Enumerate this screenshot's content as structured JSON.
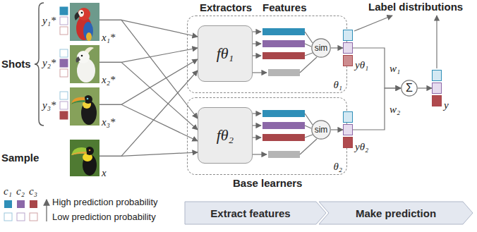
{
  "diagram": {
    "nodes": [
      {
        "text": [
          "x₁*"
        ]
      },
      {
        "text": [
          "x₂*"
        ]
      },
      {
        "text": [
          "x₃*"
        ]
      },
      {
        "text": [
          "x"
        ]
      },
      {
        "text": [
          "θ₁"
        ]
      },
      {
        "text": [
          "fθ₁"
        ],
        "in": 4
      },
      {
        "text": [
          "sim"
        ],
        "in": 4
      },
      {
        "text": [
          "θ₂"
        ]
      },
      {
        "text": [
          "fθ₂"
        ],
        "in": 7
      },
      {
        "text": [
          "sim"
        ],
        "in": 7
      },
      {
        "text": [
          "yθ₁"
        ]
      },
      {
        "text": [
          "yθ₂"
        ]
      },
      {
        "text": [
          "Σ"
        ]
      },
      {
        "text": [
          "y"
        ]
      },
      {
        "text": [
          "Extract features"
        ]
      },
      {
        "text": [
          "Make prediction"
        ]
      }
    ],
    "edges": [
      {
        "from": 0,
        "to": 5,
        "arrow": "to"
      },
      {
        "from": 0,
        "to": 8,
        "arrow": "to"
      },
      {
        "from": 1,
        "to": 5,
        "arrow": "to"
      },
      {
        "from": 1,
        "to": 8,
        "arrow": "to"
      },
      {
        "from": 2,
        "to": 5,
        "arrow": "to"
      },
      {
        "from": 2,
        "to": 8,
        "arrow": "to"
      },
      {
        "from": 3,
        "to": 5,
        "arrow": "to"
      },
      {
        "from": 3,
        "to": 8,
        "arrow": "to"
      },
      {
        "from": 6,
        "to": 10,
        "arrow": "to"
      },
      {
        "from": 9,
        "to": 11,
        "arrow": "to"
      },
      {
        "from": 10,
        "to": 12,
        "label": "w₁",
        "arrow": "to"
      },
      {
        "from": 11,
        "to": 12,
        "label": "w₂",
        "arrow": "to"
      },
      {
        "from": 12,
        "to": 13,
        "arrow": "to"
      }
    ],
    "labels": [
      "Shots",
      "y₁*",
      "y₂*",
      "y₃*",
      "Sample",
      "Extractors",
      "Features",
      "Label distributions",
      "Base learners",
      "High prediction probability",
      "Low prediction probability"
    ],
    "legend": [
      {
        "text": "c₁",
        "color": "#2f8fb8"
      },
      {
        "text": "c₂",
        "color": "#8c68a8"
      },
      {
        "text": "c₃",
        "color": "#a8464a"
      }
    ]
  }
}
